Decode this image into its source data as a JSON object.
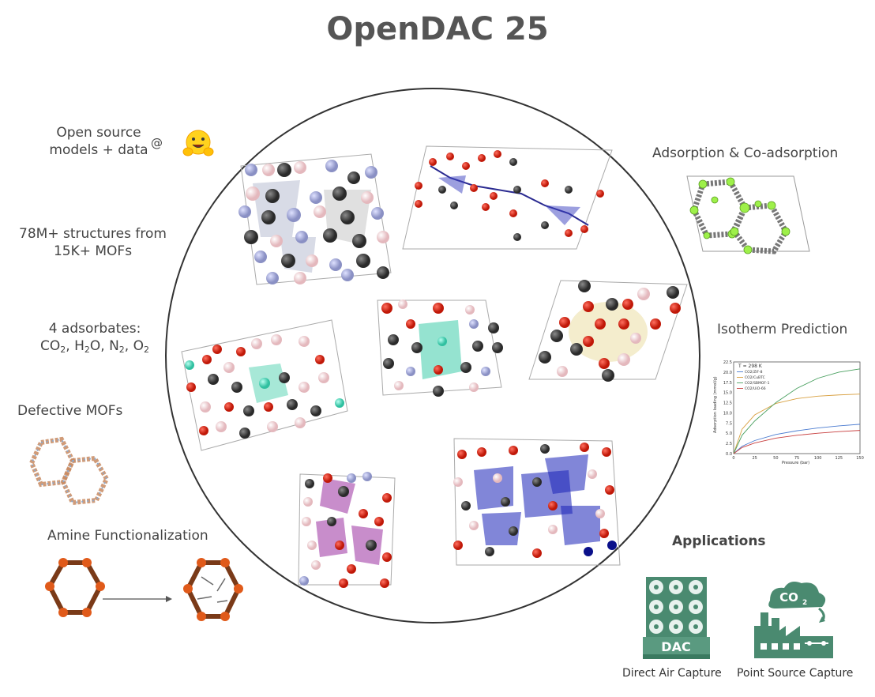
{
  "title": "OpenDAC 25",
  "left": {
    "open_source_line1": "Open source",
    "open_source_line2": "models + data",
    "at": "@",
    "structures_line1": "78M+ structures from",
    "structures_line2": "15K+ MOFs",
    "adsorbates_line1": "4 adsorbates:",
    "adsorbates_formulas": [
      "CO",
      "2",
      ", H",
      "2",
      "O, N",
      "2",
      ", O",
      "2"
    ],
    "defective": "Defective MOFs",
    "amine": "Amine Functionalization"
  },
  "right": {
    "adsorption": "Adsorption & Co-adsorption",
    "isotherm": "Isotherm Prediction",
    "applications": "Applications",
    "dac_sign": "DAC",
    "co2_cloud_main": "CO",
    "co2_cloud_sub": "2",
    "direct_air": "Direct Air Capture",
    "point_source": "Point Source Capture"
  },
  "colors": {
    "circle": "#333333",
    "oxygen": "#dd2211",
    "carbon": "#3a3a3a",
    "hydrogen": "#f0c8cc",
    "nitrogen": "#9aa0cc",
    "teal": "#4fd1b0",
    "blue": "#1a22b8",
    "purple": "#9b2fa0",
    "green_icon": "#4a8a70"
  },
  "chart_data": {
    "type": "line",
    "title": "T = 298 K",
    "xlabel": "Pressure (bar)",
    "ylabel": "Adsorption loading (mmol/g)",
    "xlim": [
      0,
      150
    ],
    "ylim": [
      0,
      22.5
    ],
    "xticks": [
      "0",
      "25",
      "50",
      "75",
      "100",
      "125",
      "150"
    ],
    "yticks": [
      "0.0",
      "2.5",
      "5.0",
      "7.5",
      "10.0",
      "12.5",
      "15.0",
      "17.5",
      "20.0",
      "22.5"
    ],
    "legend_position": "top-left",
    "series": [
      {
        "name": "CO2/ZIF-8",
        "color": "#4a7bd0",
        "x": [
          0,
          10,
          25,
          50,
          75,
          100,
          125,
          150
        ],
        "values": [
          0,
          1.8,
          3.2,
          4.7,
          5.6,
          6.3,
          6.8,
          7.2
        ]
      },
      {
        "name": "CO2/CuBTC",
        "color": "#d8a040",
        "x": [
          0,
          10,
          25,
          50,
          75,
          100,
          125,
          150
        ],
        "values": [
          0,
          6.0,
          9.5,
          12.3,
          13.5,
          14.1,
          14.4,
          14.6
        ]
      },
      {
        "name": "CO2/SBMOF-1",
        "color": "#4aa060",
        "x": [
          0,
          10,
          25,
          50,
          75,
          100,
          125,
          150
        ],
        "values": [
          0,
          4.5,
          8.0,
          12.5,
          16.0,
          18.5,
          20.0,
          20.8
        ]
      },
      {
        "name": "CO2/UiO-66",
        "color": "#c84040",
        "x": [
          0,
          10,
          25,
          50,
          75,
          100,
          125,
          150
        ],
        "values": [
          0,
          1.5,
          2.6,
          3.8,
          4.5,
          5.0,
          5.4,
          5.7
        ]
      }
    ]
  }
}
